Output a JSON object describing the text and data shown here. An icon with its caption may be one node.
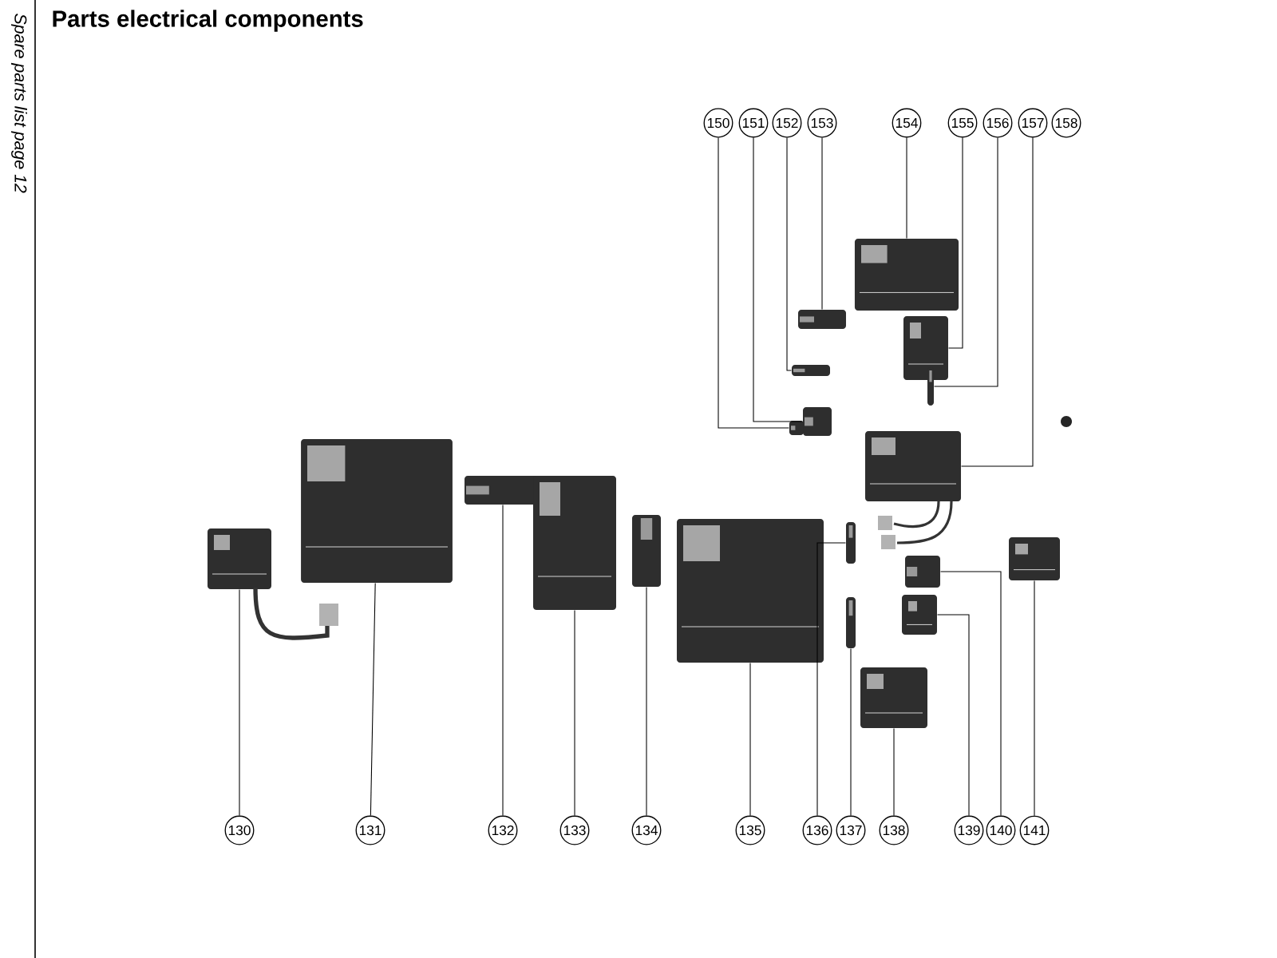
{
  "diagram": {
    "title": "Parts electrical components",
    "nodes": [
      {
        "text": [
          "130"
        ]
      },
      {
        "text": [
          "131"
        ]
      },
      {
        "text": [
          "132"
        ]
      },
      {
        "text": [
          "133"
        ]
      },
      {
        "text": [
          "134"
        ]
      },
      {
        "text": [
          "135"
        ]
      },
      {
        "text": [
          "136"
        ]
      },
      {
        "text": [
          "137"
        ]
      },
      {
        "text": [
          "138"
        ]
      },
      {
        "text": [
          "139"
        ]
      },
      {
        "text": [
          "140"
        ]
      },
      {
        "text": [
          "141"
        ]
      },
      {
        "text": [
          "150"
        ]
      },
      {
        "text": [
          "151"
        ]
      },
      {
        "text": [
          "152"
        ]
      },
      {
        "text": [
          "153"
        ]
      },
      {
        "text": [
          "154"
        ]
      },
      {
        "text": [
          "155"
        ]
      },
      {
        "text": [
          "156"
        ]
      },
      {
        "text": [
          "157"
        ]
      },
      {
        "text": [],
        "shape": "picture"
      },
      {
        "text": [],
        "shape": "picture"
      },
      {
        "text": [],
        "shape": "picture"
      },
      {
        "text": [],
        "shape": "picture"
      },
      {
        "text": [],
        "shape": "picture"
      },
      {
        "text": [],
        "shape": "picture"
      },
      {
        "text": [],
        "shape": "picture"
      },
      {
        "text": [],
        "shape": "picture"
      },
      {
        "text": [],
        "shape": "picture"
      },
      {
        "text": [],
        "shape": "picture"
      },
      {
        "text": [],
        "shape": "picture"
      },
      {
        "text": [],
        "shape": "picture"
      },
      {
        "text": [],
        "shape": "picture"
      },
      {
        "text": [],
        "shape": "picture"
      },
      {
        "text": [],
        "shape": "picture"
      },
      {
        "text": [],
        "shape": "picture"
      },
      {
        "text": [],
        "shape": "picture"
      },
      {
        "text": [],
        "shape": "picture"
      },
      {
        "text": [],
        "shape": "picture"
      },
      {
        "text": [],
        "shape": "picture"
      }
    ],
    "edges": [
      {
        "from": 0,
        "to": 20,
        "arrow": "none"
      },
      {
        "from": 1,
        "to": 21,
        "arrow": "none"
      },
      {
        "from": 2,
        "to": 22,
        "arrow": "none"
      },
      {
        "from": 3,
        "to": 23,
        "arrow": "none"
      },
      {
        "from": 4,
        "to": 24,
        "arrow": "none"
      },
      {
        "from": 5,
        "to": 25,
        "arrow": "none"
      },
      {
        "from": 6,
        "to": 26,
        "arrow": "none"
      },
      {
        "from": 7,
        "to": 27,
        "arrow": "none"
      },
      {
        "from": 8,
        "to": 28,
        "arrow": "none"
      },
      {
        "from": 9,
        "to": 29,
        "arrow": "none"
      },
      {
        "from": 10,
        "to": 30,
        "arrow": "none"
      },
      {
        "from": 11,
        "to": 31,
        "arrow": "none"
      },
      {
        "from": 12,
        "to": 32,
        "arrow": "none"
      },
      {
        "from": 13,
        "to": 33,
        "arrow": "none"
      },
      {
        "from": 14,
        "to": 34,
        "arrow": "none"
      },
      {
        "from": 15,
        "to": 35,
        "arrow": "none"
      },
      {
        "from": 16,
        "to": 36,
        "arrow": "none"
      },
      {
        "from": 17,
        "to": 37,
        "arrow": "none"
      },
      {
        "from": 18,
        "to": 38,
        "arrow": "none"
      },
      {
        "from": 19,
        "to": 39,
        "arrow": "none"
      }
    ],
    "labels": [
      "Spare parts list  page 12",
      "158"
    ]
  }
}
